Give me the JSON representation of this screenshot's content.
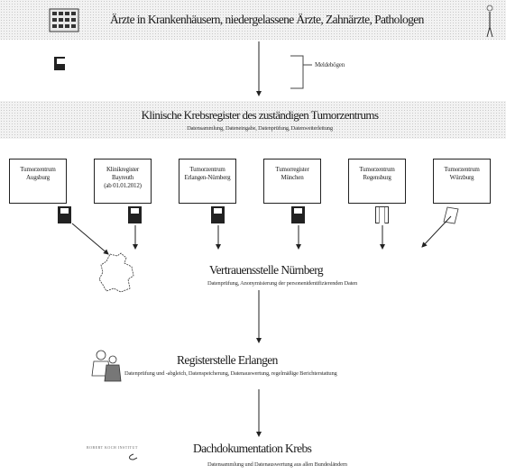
{
  "top": {
    "title": "Ärzte in Krankenhäusern, niedergelassene Ärzte, Zahnärzte, Pathologen"
  },
  "meldebogen": {
    "label": "Meldebögen"
  },
  "klinisch": {
    "title": "Klinische Krebsregister des zuständigen Tumorzentrums",
    "subtitle": "Datensammlung, Dateneingabe, Datenprüfung, Datenweiterleitung"
  },
  "centers": [
    {
      "line1": "Tumorzentrum",
      "line2": "Augsburg",
      "line3": "",
      "media": "disk"
    },
    {
      "line1": "Klinikregister",
      "line2": "Bayreuth",
      "line3": "(ab 01.01.2012)",
      "media": "disk"
    },
    {
      "line1": "Tumorzentrum",
      "line2": "Erlangen-Nürnberg",
      "line3": "",
      "media": "disk"
    },
    {
      "line1": "Tumorregister",
      "line2": "München",
      "line3": "",
      "media": "disk"
    },
    {
      "line1": "Tumorzentrum",
      "line2": "Regensburg",
      "line3": "",
      "media": "paper"
    },
    {
      "line1": "Tumorzentrum",
      "line2": "Würzburg",
      "line3": "",
      "media": "paper"
    }
  ],
  "vertrauensstelle": {
    "title": "Vertrauensstelle Nürnberg",
    "subtitle": "Datenprüfung, Anonymisierung der personenidentifizierenden Daten"
  },
  "registerstelle": {
    "title": "Registerstelle Erlangen",
    "subtitle": "Datenprüfung und -abgleich, Datenspeicherung, Datenauswertung, regelmäßige Berichterstattung"
  },
  "dachdoku": {
    "title": "Dachdokumentation Krebs",
    "subtitle": "Datensammlung und Datenauswertung aus allen Bundesländern",
    "logo_text": "ROBERT KOCH INSTITUT"
  }
}
